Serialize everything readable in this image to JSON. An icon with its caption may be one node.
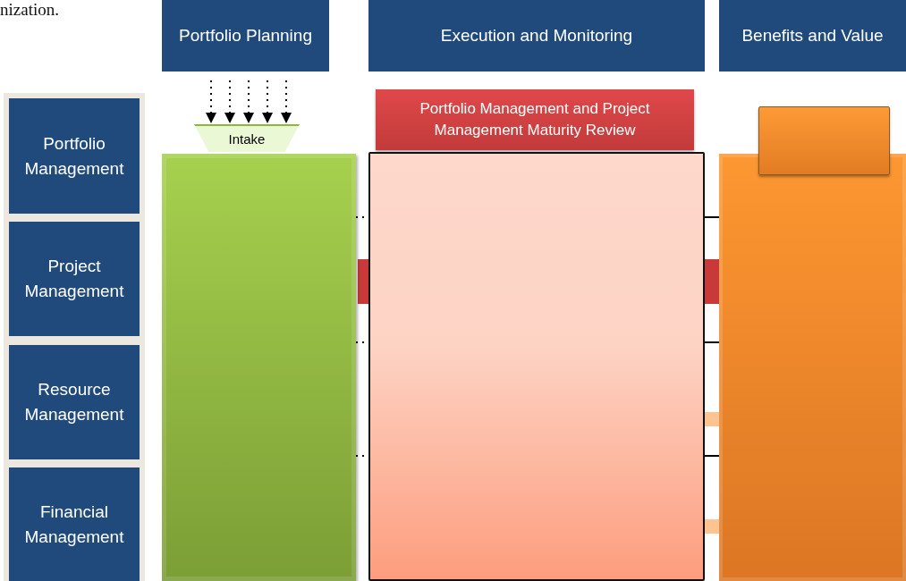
{
  "diagram": {
    "nodes": [
      {
        "text": [
          "Portfolio Planning"
        ]
      },
      {
        "text": [
          "Execution and Monitoring"
        ]
      },
      {
        "text": [
          "Benefits and Value"
        ]
      },
      {
        "text": [
          "Portfolio Management"
        ]
      },
      {
        "text": [
          "Project Management"
        ]
      },
      {
        "text": [
          "Resource Management"
        ]
      },
      {
        "text": [
          "Financial Management"
        ]
      },
      {
        "text": [
          "Intake"
        ]
      },
      {
        "text": [
          "Portfolio Management and Project Management Maturity Review"
        ]
      },
      {
        "text": [],
        "shape": "box"
      },
      {
        "text": [],
        "shape": "bar"
      },
      {
        "text": [],
        "shape": "bar"
      },
      {
        "text": [],
        "shape": "box"
      },
      {
        "text": [],
        "shape": "bar"
      },
      {
        "text": [],
        "shape": "bar"
      }
    ],
    "edges": [
      {
        "from": 0,
        "to": 7,
        "arrow": "to",
        "style": "dashed"
      },
      {
        "from": 0,
        "to": 7,
        "arrow": "to",
        "style": "dashed"
      },
      {
        "from": 0,
        "to": 7,
        "arrow": "to",
        "style": "dashed"
      },
      {
        "from": 0,
        "to": 7,
        "arrow": "to",
        "style": "dashed"
      },
      {
        "from": 0,
        "to": 7,
        "arrow": "to",
        "style": "dashed"
      },
      {
        "from": 10,
        "to": 12,
        "arrow": "none",
        "style": "dashed"
      },
      {
        "from": 12,
        "to": 13,
        "arrow": "none"
      },
      {
        "from": 10,
        "to": 12,
        "arrow": "none",
        "style": "dashed"
      },
      {
        "from": 12,
        "to": 13,
        "arrow": "none"
      },
      {
        "from": 10,
        "to": 12,
        "arrow": "none",
        "style": "dashed"
      },
      {
        "from": 12,
        "to": 13,
        "arrow": "none"
      }
    ],
    "labels": [
      "nization."
    ]
  }
}
